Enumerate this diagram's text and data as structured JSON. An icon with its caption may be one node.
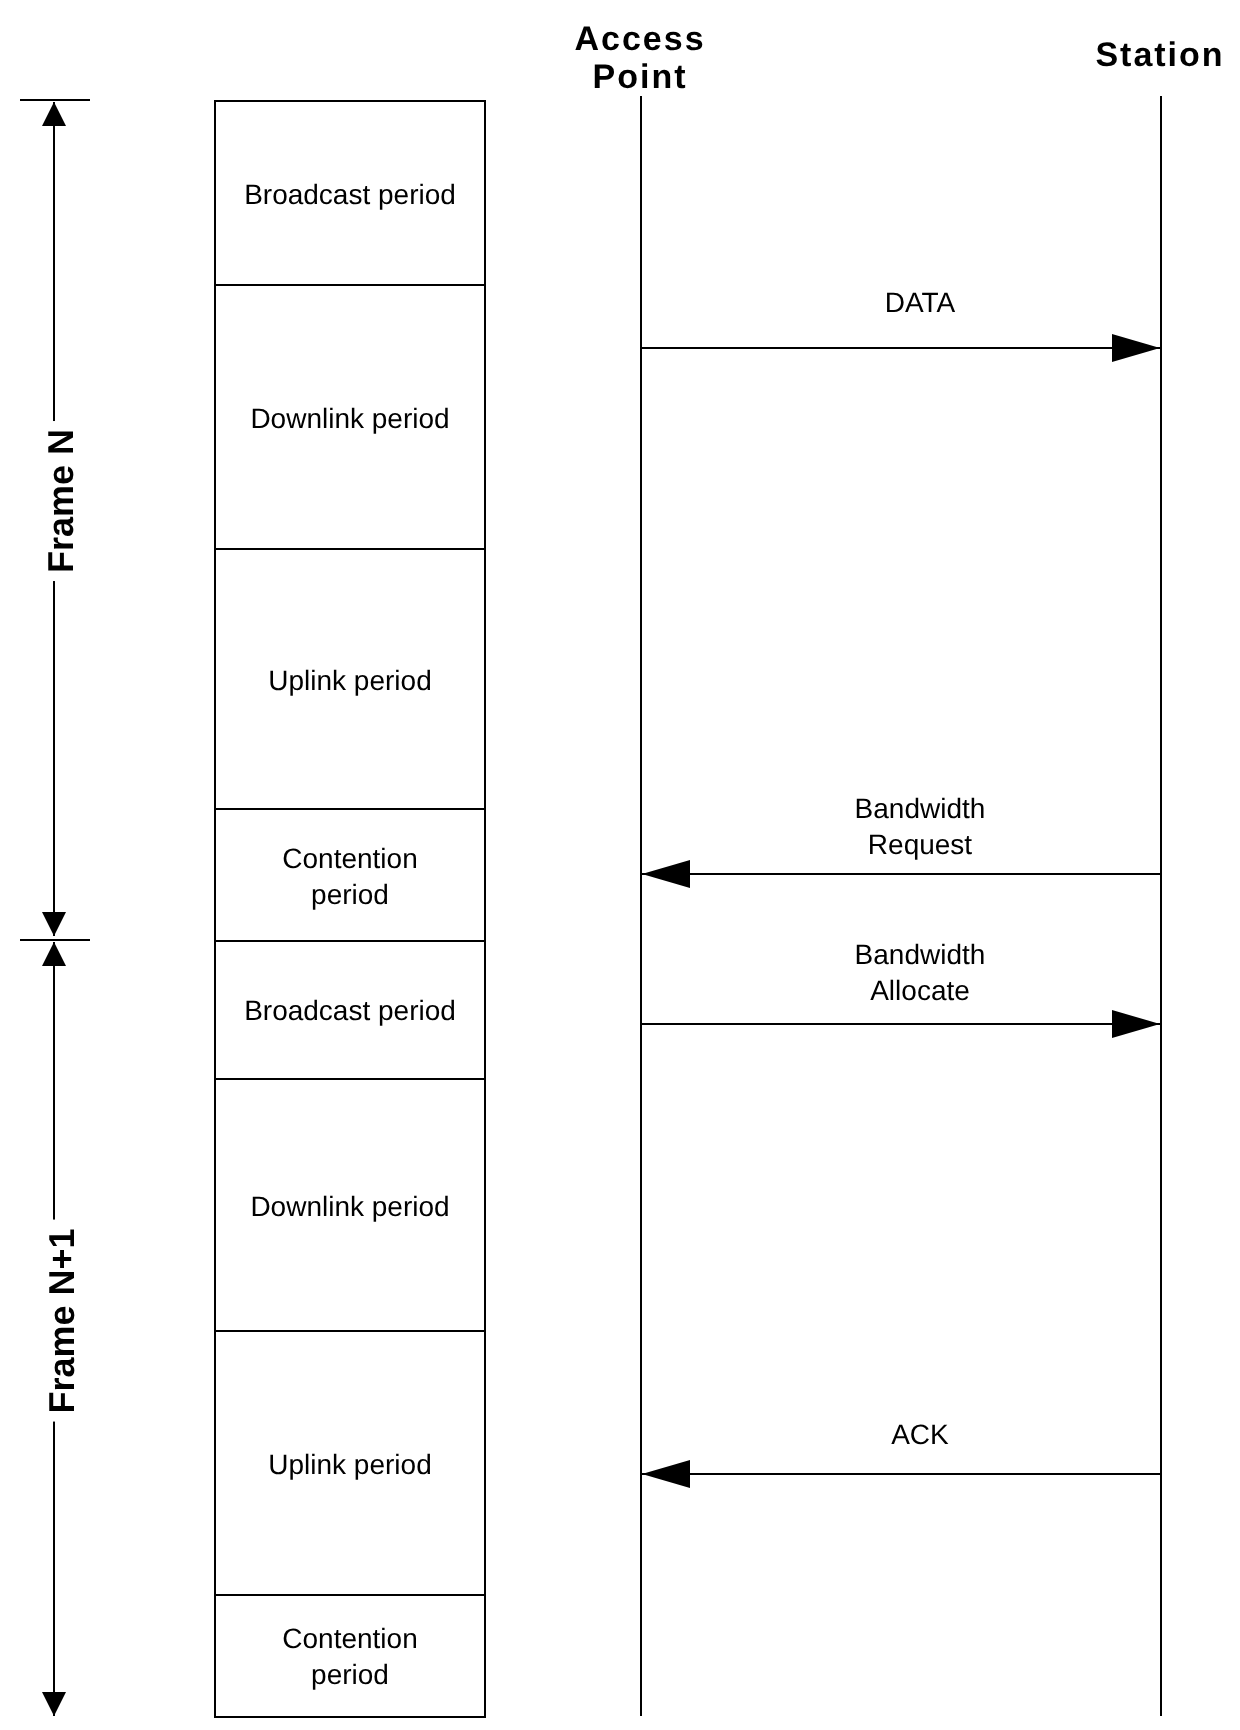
{
  "diagram": {
    "nodes": [
      {
        "text": [
          "Access Point"
        ]
      },
      {
        "text": [
          "Station"
        ]
      },
      {
        "text": [
          "Broadcast period"
        ]
      },
      {
        "text": [
          "Downlink period"
        ]
      },
      {
        "text": [
          "Uplink period"
        ]
      },
      {
        "text": [
          "Contention period"
        ]
      },
      {
        "text": [
          "Broadcast period"
        ]
      },
      {
        "text": [
          "Downlink period"
        ]
      },
      {
        "text": [
          "Uplink period"
        ]
      },
      {
        "text": [
          "Contention period"
        ]
      }
    ],
    "edges": [
      {
        "from": 0,
        "to": 1,
        "arrow": "to",
        "label": "DATA"
      },
      {
        "from": 1,
        "to": 0,
        "arrow": "to",
        "label": "Bandwidth Request"
      },
      {
        "from": 0,
        "to": 1,
        "arrow": "to",
        "label": "Bandwidth Allocate"
      },
      {
        "from": 1,
        "to": 0,
        "arrow": "to",
        "label": "ACK"
      }
    ],
    "labels": [
      "Frame N",
      "Frame N+1"
    ]
  }
}
